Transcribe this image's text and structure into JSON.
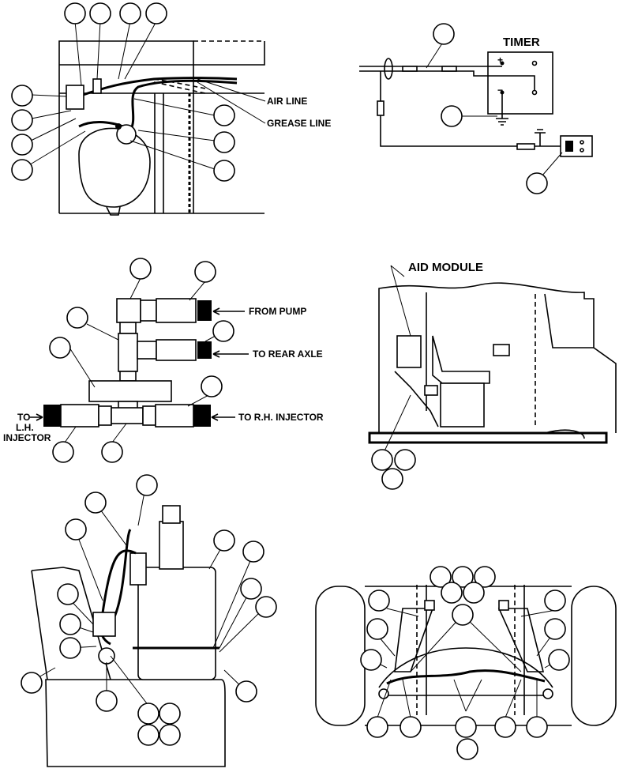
{
  "panels": {
    "grease_lines": {
      "air_line": "AIR LINE",
      "grease_line": "GREASE LINE"
    },
    "timer": {
      "title": "TIMER",
      "plus": "+",
      "minus": "−"
    },
    "fittings": {
      "from_pump": "FROM PUMP",
      "to_rear_axle": "TO REAR AXLE",
      "to_rh_injector": "TO R.H. INJECTOR",
      "to_lh_injector_1": "TO",
      "to_lh_injector_2": "L.H.",
      "to_lh_injector_3": "INJECTOR"
    },
    "aid_module": {
      "title": "AID  MODULE"
    }
  }
}
